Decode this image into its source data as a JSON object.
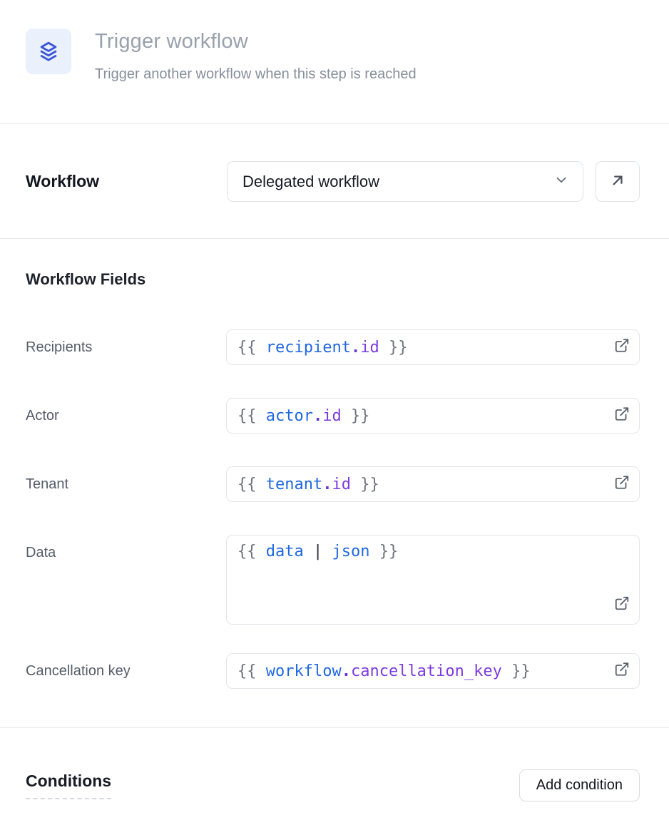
{
  "header": {
    "title": "Trigger workflow",
    "subtitle": "Trigger another workflow when this step is reached",
    "icon": "layers-icon"
  },
  "workflow_row": {
    "label": "Workflow",
    "selected_option": "Delegated workflow",
    "icons": [
      "chevron-down-icon",
      "arrow-up-right-icon"
    ]
  },
  "fields_section": {
    "heading": "Workflow Fields",
    "field_icon": "external-link-icon",
    "rows": [
      {
        "name": "recipients",
        "label": "Recipients",
        "tall": false,
        "tokens": [
          {
            "text": "{{ ",
            "style": "brace"
          },
          {
            "text": "recipient",
            "style": "blue"
          },
          {
            "text": ".",
            "style": "dot"
          },
          {
            "text": "id",
            "style": "purple"
          },
          {
            "text": " }}",
            "style": "brace"
          }
        ]
      },
      {
        "name": "actor",
        "label": "Actor",
        "tall": false,
        "tokens": [
          {
            "text": "{{ ",
            "style": "brace"
          },
          {
            "text": "actor",
            "style": "blue"
          },
          {
            "text": ".",
            "style": "dot"
          },
          {
            "text": "id",
            "style": "purple"
          },
          {
            "text": " }}",
            "style": "brace"
          }
        ]
      },
      {
        "name": "tenant",
        "label": "Tenant",
        "tall": false,
        "tokens": [
          {
            "text": "{{ ",
            "style": "brace"
          },
          {
            "text": "tenant",
            "style": "blue"
          },
          {
            "text": ".",
            "style": "dot"
          },
          {
            "text": "id",
            "style": "purple"
          },
          {
            "text": " }}",
            "style": "brace"
          }
        ]
      },
      {
        "name": "data",
        "label": "Data",
        "tall": true,
        "tokens": [
          {
            "text": "{{ ",
            "style": "brace"
          },
          {
            "text": "data",
            "style": "blue"
          },
          {
            "text": " ",
            "style": "plain"
          },
          {
            "text": "|",
            "style": "pipe"
          },
          {
            "text": " ",
            "style": "plain"
          },
          {
            "text": "json",
            "style": "blue"
          },
          {
            "text": " }}",
            "style": "brace"
          }
        ]
      },
      {
        "name": "cancellation-key",
        "label": "Cancellation key",
        "tall": false,
        "tokens": [
          {
            "text": "{{ ",
            "style": "brace"
          },
          {
            "text": "workflow",
            "style": "blue"
          },
          {
            "text": ".",
            "style": "dot"
          },
          {
            "text": "cancellation_key",
            "style": "purple"
          },
          {
            "text": " }}",
            "style": "brace"
          }
        ]
      }
    ]
  },
  "conditions_section": {
    "heading": "Conditions",
    "add_button_label": "Add condition"
  },
  "colors": {
    "accent_blue": "#3b55d6",
    "icon_bg": "#eaf0fc",
    "code_blue": "#2068df",
    "code_purple": "#7e3bdf",
    "code_gray": "#6e747e",
    "divider": "#eaecef",
    "border": "#e0e3e8"
  }
}
